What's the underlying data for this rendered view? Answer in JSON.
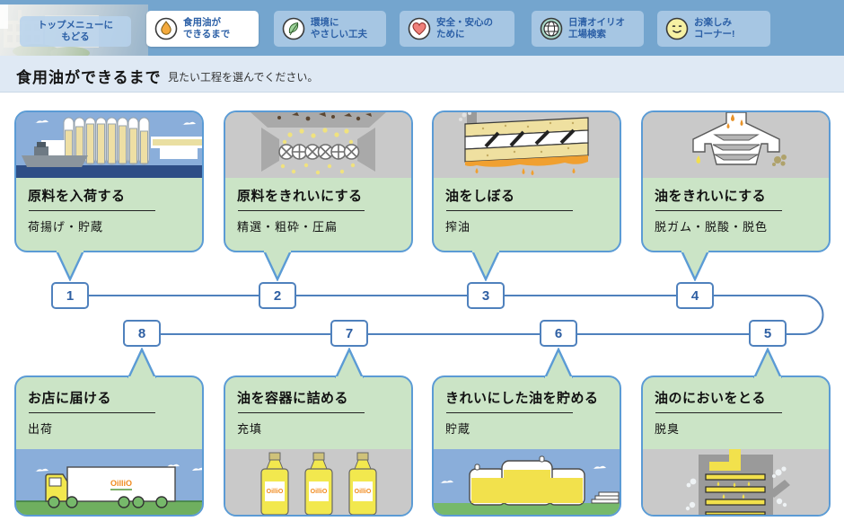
{
  "nav": {
    "tabs": [
      {
        "label": "トップメニューに\nもどる",
        "icon": null,
        "active": false
      },
      {
        "label": "食用油が\nできるまで",
        "icon": "oil-drop",
        "active": true
      },
      {
        "label": "環境に\nやさしい工夫",
        "icon": "leaf",
        "active": false
      },
      {
        "label": "安全・安心の\nために",
        "icon": "heart",
        "active": false
      },
      {
        "label": "日清オイリオ\n工場検索",
        "icon": "globe",
        "active": false
      },
      {
        "label": "お楽しみ\nコーナー!",
        "icon": "smiley",
        "active": false
      }
    ]
  },
  "header": {
    "title": "食用油ができるまで",
    "subtitle": "見たい工程を選んでください。"
  },
  "brand": {
    "logo_text": "OilliO"
  },
  "steps": [
    {
      "number": "1",
      "title": "原料を入荷する",
      "subtitle": "荷揚げ・貯蔵",
      "illustration": "ship-and-silos"
    },
    {
      "number": "2",
      "title": "原料をきれいにする",
      "subtitle": "精選・粗砕・圧扁",
      "illustration": "cleaning-machine"
    },
    {
      "number": "3",
      "title": "油をしぼる",
      "subtitle": "搾油",
      "illustration": "oil-press"
    },
    {
      "number": "4",
      "title": "油をきれいにする",
      "subtitle": "脱ガム・脱酸・脱色",
      "illustration": "refining-vessel"
    },
    {
      "number": "5",
      "title": "油のにおいをとる",
      "subtitle": "脱臭",
      "illustration": "deodorizing-tower"
    },
    {
      "number": "6",
      "title": "きれいにした油を貯める",
      "subtitle": "貯蔵",
      "illustration": "storage-tanks"
    },
    {
      "number": "7",
      "title": "油を容器に詰める",
      "subtitle": "充填",
      "illustration": "oil-bottles"
    },
    {
      "number": "8",
      "title": "お店に届ける",
      "subtitle": "出荷",
      "illustration": "delivery-truck"
    }
  ],
  "colors": {
    "nav_background": "#74a5ce",
    "tab_inactive": "#a6c6e3",
    "tab_active": "#ffffff",
    "tab_text": "#2b5fa6",
    "header_band": "#dfe9f4",
    "card_border": "#5b9bd5",
    "card_green": "#cbe4c6",
    "flow_line": "#4f81bd",
    "number_text": "#2e5fa3",
    "oil_yellow": "#f2e14c",
    "oil_orange": "#f0a030"
  }
}
